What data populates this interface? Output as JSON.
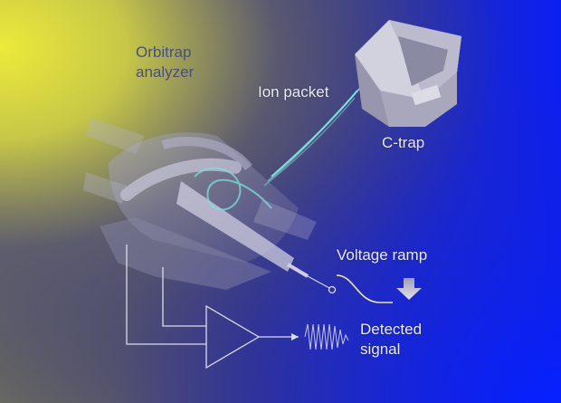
{
  "diagram": {
    "labels": {
      "orbitrap_line1": "Orbitrap",
      "orbitrap_line2": "analyzer",
      "ion_packet": "Ion packet",
      "c_trap": "C-trap",
      "voltage_ramp": "Voltage ramp",
      "detected_line1": "Detected",
      "detected_line2": "signal"
    },
    "colors": {
      "background_left": "#e6e43a",
      "background_mid": "#3a3a88",
      "background_right": "#0a1ef0",
      "ion_beam": "#7fe0d8",
      "outline": "#dcdce6"
    }
  }
}
